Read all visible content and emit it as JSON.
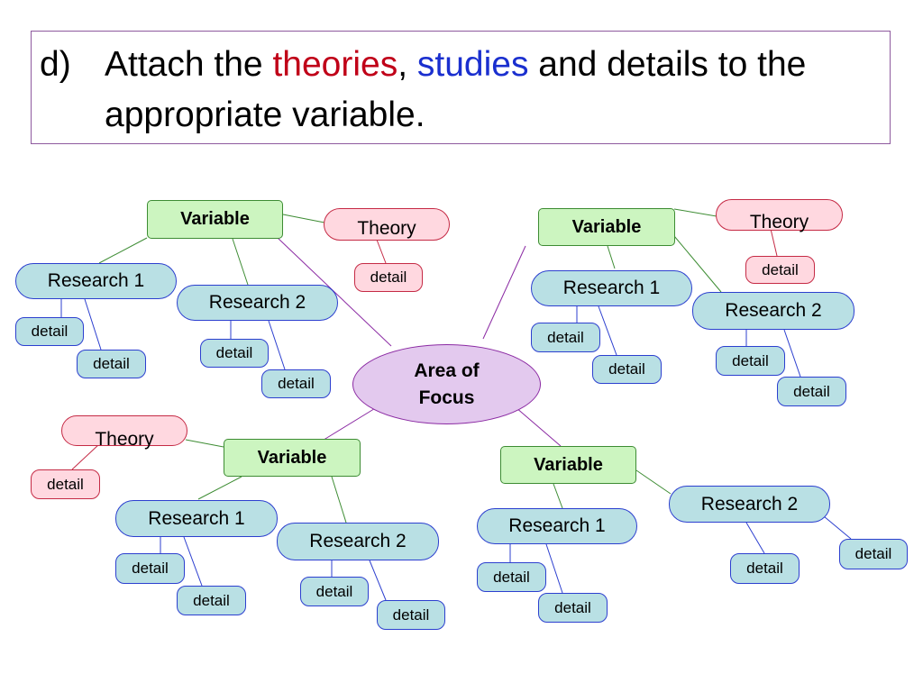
{
  "title": {
    "marker": "d)",
    "part1": "Attach the ",
    "theories": "theories",
    "comma": ", ",
    "studies": "studies",
    "part2": " and details to the appropriate variable."
  },
  "colors": {
    "theories": "#c00018",
    "studies": "#1a2fcf",
    "variable_fill": "#ccf5c0",
    "research_fill": "#b9e0e4",
    "theory_fill": "#ffd8e0",
    "center_fill": "#e3c9ee"
  },
  "center": {
    "line1": "Area of",
    "line2": "Focus"
  },
  "clusters": [
    {
      "variable": "Variable",
      "theory": "Theory",
      "theory_detail": "detail",
      "research1": "Research  1",
      "r1_details": [
        "detail",
        "detail"
      ],
      "research2": "Research  2",
      "r2_details": [
        "detail",
        "detail"
      ]
    },
    {
      "variable": "Variable",
      "theory": "Theory",
      "theory_detail": "detail",
      "research1": "Research  1",
      "r1_details": [
        "detail",
        "detail"
      ],
      "research2": "Research  2",
      "r2_details": [
        "detail",
        "detail"
      ]
    },
    {
      "variable": "Variable",
      "theory": "Theory",
      "theory_detail": "detail",
      "research1": "Research  1",
      "r1_details": [
        "detail",
        "detail"
      ],
      "research2": "Research  2",
      "r2_details": [
        "detail",
        "detail"
      ]
    },
    {
      "variable": "Variable",
      "research1": "Research  1",
      "r1_details": [
        "detail",
        "detail"
      ],
      "research2": "Research  2",
      "r2_details": [
        "detail",
        "detail"
      ]
    }
  ]
}
